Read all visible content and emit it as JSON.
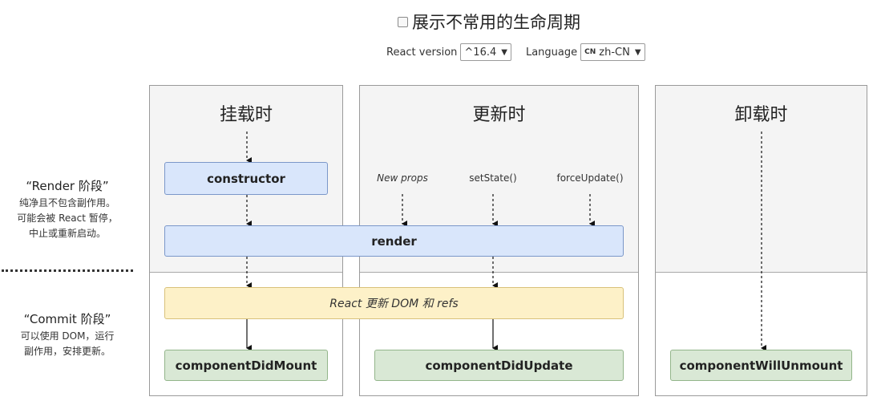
{
  "header": {
    "show_uncommon_label": "展示不常用的生命周期",
    "react_version_label": "React version",
    "react_version_value": "^16.4",
    "language_label": "Language",
    "language_flag": "CN",
    "language_value": "zh-CN"
  },
  "phases": {
    "render": {
      "name": "“Render 阶段”",
      "desc_lines": [
        "纯净且不包含副作用。",
        "可能会被 React 暂停，",
        "中止或重新启动。"
      ]
    },
    "commit": {
      "name": "“Commit 阶段”",
      "desc_lines": [
        "可以使用 DOM，运行",
        "副作用，安排更新。"
      ]
    }
  },
  "columns": {
    "mounting": {
      "title": "挂载时"
    },
    "updating": {
      "title": "更新时"
    },
    "unmounting": {
      "title": "卸载时"
    }
  },
  "boxes": {
    "constructor": "constructor",
    "render": "render",
    "react_updates_dom": "React 更新 DOM 和 refs",
    "did_mount": "componentDidMount",
    "did_update": "componentDidUpdate",
    "will_unmount": "componentWillUnmount"
  },
  "triggers": {
    "new_props": "New props",
    "set_state": "setState()",
    "force_update": "forceUpdate()"
  },
  "colors": {
    "render_phase_bg": "#f4f4f4",
    "blue_box": "#d9e6fb",
    "yellow_box": "#fdf1c8",
    "green_box": "#d9e8d5"
  }
}
